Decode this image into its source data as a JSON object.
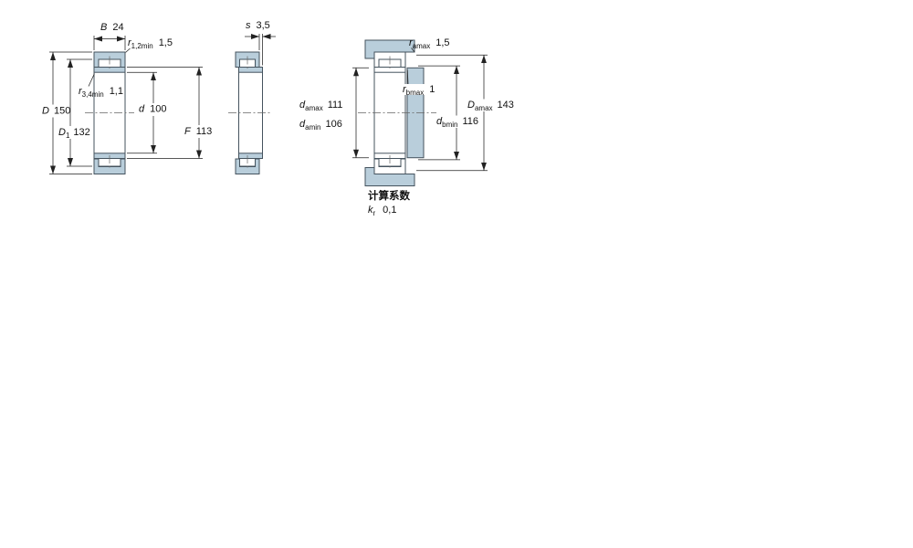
{
  "colors": {
    "part_fill": "#b9cedb",
    "part_outline": "#45535e",
    "dimension_line": "#222222",
    "text": "#111111"
  },
  "views": {
    "section": {
      "B": {
        "sym": "B",
        "val": "24"
      },
      "r12": {
        "sym": "r",
        "sub": "1,2min",
        "val": "1,5"
      },
      "r34": {
        "sym": "r",
        "sub": "3,4min",
        "val": "1,1"
      },
      "d": {
        "sym": "d",
        "val": "100"
      },
      "D": {
        "sym": "D",
        "val": "150"
      },
      "D1": {
        "sym": "D",
        "sub": "1",
        "val": "132"
      },
      "F": {
        "sym": "F",
        "val": "113"
      }
    },
    "side": {
      "s": {
        "sym": "s",
        "val": "3,5"
      }
    },
    "mounting": {
      "ra": {
        "sym": "r",
        "sub": "amax",
        "val": "1,5"
      },
      "rb": {
        "sym": "r",
        "sub": "bmax",
        "val": "1"
      },
      "da_max": {
        "sym": "d",
        "sub": "amax",
        "val": "111"
      },
      "da_min": {
        "sym": "d",
        "sub": "amin",
        "val": "106"
      },
      "Da_max": {
        "sym": "D",
        "sub": "amax",
        "val": "143"
      },
      "db_min": {
        "sym": "d",
        "sub": "bmin",
        "val": "116"
      }
    },
    "factors": {
      "heading": "计算系数",
      "kr": {
        "sym": "k",
        "sub": "r",
        "val": "0,1"
      }
    }
  }
}
